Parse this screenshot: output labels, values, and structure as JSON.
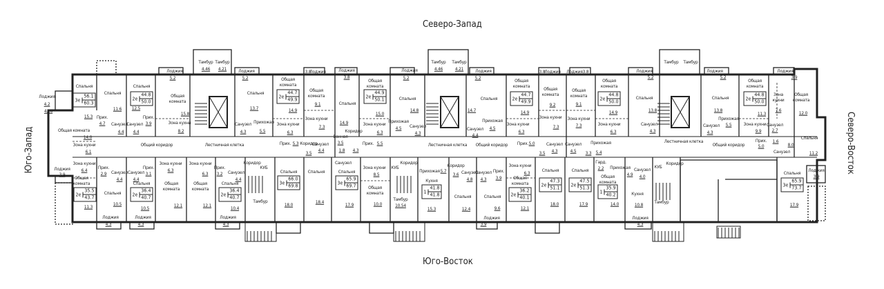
{
  "compass": {
    "north_west": "Северо-Запад",
    "south_east": "Юго-Восток",
    "south_west": "Юго-Запад",
    "north_east": "Северо-Восток"
  },
  "apartments": [
    {
      "type": "3е",
      "living": "56.1",
      "total": "60.3"
    },
    {
      "type": "2е",
      "living": "44.8",
      "total": "50.0"
    },
    {
      "type": "2е",
      "living": "35.5",
      "total": "43.7"
    },
    {
      "type": "2е",
      "living": "36.4",
      "total": "40.7"
    },
    {
      "type": "2е",
      "living": "36.4",
      "total": "40.7"
    },
    {
      "type": "2е",
      "living": "44.7",
      "total": "49.9"
    },
    {
      "type": "2е",
      "living": "44.9",
      "total": "50.1"
    },
    {
      "type": "3е",
      "living": "66.0",
      "total": "69.8"
    },
    {
      "type": "3е",
      "living": "65.9",
      "total": "69.7"
    },
    {
      "type": "1",
      "living": "41.8",
      "total": "41.8"
    },
    {
      "type": "2е",
      "living": "44.7",
      "total": "49.9"
    },
    {
      "type": "2е",
      "living": "44.8",
      "total": "50.0"
    },
    {
      "type": "2е",
      "living": "36.2",
      "total": "40.1"
    },
    {
      "type": "2е",
      "living": "47.3",
      "total": "51.1"
    },
    {
      "type": "2е",
      "living": "47.5",
      "total": "51.3"
    },
    {
      "type": "1",
      "living": "35.9",
      "total": "40.2"
    },
    {
      "type": "2е",
      "living": "44.8",
      "total": "50.0"
    },
    {
      "type": "3е",
      "living": "65.9",
      "total": "73.7"
    }
  ],
  "labels": [
    "Лоджия",
    "4.2",
    "4.16",
    "Спальня",
    "15.3",
    "Спальня",
    "11.6",
    "Спальня",
    "12.5",
    "Общая",
    "комната",
    "15.8",
    "Прих.",
    "4.7",
    "Санузел",
    "4.4",
    "Санузел",
    "4.4",
    "Прих.",
    "3.9",
    "Зона кухни",
    "8.2",
    "Общая комната",
    "14.0",
    "Зона кухни",
    "6.1",
    "Общий коридор",
    "Лестничная клетка",
    "Зона кухни",
    "6.4",
    "Лоджия",
    "3.9",
    "Прих.",
    "2.9",
    "Санузел",
    "4.4",
    "Санузел",
    "4.4",
    "Прих.",
    "3.1",
    "Зона кухни",
    "6.3",
    "Зона кухни",
    "6.3",
    "Прих.",
    "3.2",
    "Санузел",
    "4.4",
    "Общая",
    "комната",
    "11.3",
    "Спальня",
    "10.5",
    "Спальня",
    "10.5",
    "Общая",
    "комната",
    "12.1",
    "Общая",
    "комната",
    "12.1",
    "Спальня",
    "10.4",
    "Лоджия",
    "4.3",
    "Лоджия",
    "4.3",
    "Лоджия",
    "4.3",
    "Лоджия",
    "5.2",
    "Тамбур",
    "4.46",
    "Тамбур",
    "4.21",
    "Лоджия",
    "5.2",
    "Спальня",
    "13.7",
    "Прихожая",
    "5.5",
    "Санузел",
    "4.3",
    "Общая",
    "комната",
    "14.9",
    "Зона кухни",
    "6.3",
    "Прих.",
    "5.3",
    "3.8",
    "Лоджия",
    "Общая",
    "комната",
    "9.1",
    "Зона кухни",
    "7.3",
    "Коридор",
    "3.5",
    "Санузел",
    "4.4",
    "Лоджия",
    "3.8",
    "Спальня",
    "14.9",
    "Ванная",
    "3.5",
    "1.8",
    "Санузел",
    "Коридор",
    "4.3",
    "Общая",
    "комната",
    "15.0",
    "Зона кухни",
    "6.3",
    "Прих.",
    "5.5",
    "Лоджия",
    "5.2",
    "Спальня",
    "14.8",
    "Прихожая",
    "4.5",
    "Санузел",
    "4.3",
    "Коридор",
    "КУБ",
    "Тамбур",
    "Спальня",
    "18.0",
    "Спальня",
    "18.4",
    "Спальня",
    "17.9",
    "Зона кухни",
    "8.5",
    "Общая",
    "комната",
    "10.0",
    "КУБ",
    "Коридор",
    "Тамбур",
    "10.54",
    "Прихожая",
    "5.7",
    "Кухня",
    "15.3",
    "Тамбур",
    "4.46",
    "Тамбур",
    "4.21",
    "Лоджия",
    "5.2",
    "Спальня",
    "14.7",
    "Санузел",
    "4.4",
    "Прихожая",
    "4.5",
    "Общая",
    "комната",
    "14.9",
    "Зона кухни",
    "6.3",
    "Прих.",
    "5.0",
    "3.8",
    "Лоджия",
    "Общая",
    "комната",
    "9.2",
    "Зона кухни",
    "7.3",
    "3.5",
    "Санузел",
    "4.3",
    "Лоджия",
    "3.8",
    "Общая",
    "комната",
    "9.1",
    "Зона кухни",
    "7.3",
    "Санузел",
    "4.5",
    "3.3",
    "Общая",
    "комната",
    "14.9",
    "Зона кухни",
    "6.3",
    "Прихожая",
    "5.4",
    "Лестничная клетка",
    "Общий коридор",
    "Коридор",
    "3.6",
    "Санузел",
    "4.8",
    "Санузел",
    "4.3",
    "Прих.",
    "3.9",
    "Спальня",
    "12.4",
    "Спальня",
    "9.6",
    "Лоджия",
    "3.9",
    "Зона кухни",
    "6.3",
    "Общая",
    "комната",
    "12.1",
    "Спальня",
    "18.0",
    "Спальня",
    "17.9",
    "Гард.",
    "2.2",
    "Прихожая",
    "Общая",
    "комната",
    "14.0",
    "4.9",
    "Санузел",
    "4.0",
    "Кухня",
    "10.8",
    "Лоджия",
    "4.3",
    "Лоджия",
    "5.2",
    "Спальня",
    "13.8",
    "Санузел",
    "4.3",
    "Тамбур",
    "Тамбур",
    "Лоджия",
    "5.2",
    "Спальня",
    "13.8",
    "Санузел",
    "4.3",
    "Прихожая",
    "5.5",
    "Общая",
    "комната",
    "11.3",
    "Зона кухни",
    "9.9",
    "Прих.",
    "5.0",
    "Лоджия",
    "3.9",
    "Зона",
    "кухни",
    "7.6",
    "Общая",
    "комната",
    "12.0",
    "Санузел",
    "2.7",
    "1.6",
    "Санузел",
    "8.0",
    "Спальня",
    "11.2",
    "Лестничная клетка",
    "Общий коридор",
    "КУБ",
    "Коридор",
    "Тамбур",
    "Спальня",
    "17.9",
    "Лоджия",
    "3.9"
  ]
}
